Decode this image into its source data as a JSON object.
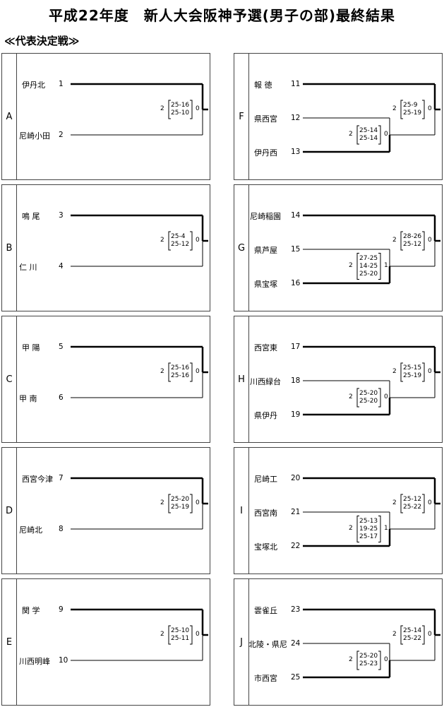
{
  "title": "平成22年度　新人大会阪神予選(男子の部)最終結果",
  "subtitle": "≪代表決定戦≫",
  "blocks": [
    {
      "letter": "A",
      "teams": [
        {
          "name": "伊丹北",
          "seed": "1"
        },
        {
          "name": "尼崎小田",
          "seed": "2"
        }
      ],
      "final": {
        "left": "2",
        "sets": [
          "25-16",
          "25-10"
        ],
        "right": "0"
      }
    },
    {
      "letter": "B",
      "teams": [
        {
          "name": "鳴 尾",
          "seed": "3"
        },
        {
          "name": "仁 川",
          "seed": "4"
        }
      ],
      "final": {
        "left": "2",
        "sets": [
          "25-4",
          "25-12"
        ],
        "right": "0"
      }
    },
    {
      "letter": "C",
      "teams": [
        {
          "name": "甲 陽",
          "seed": "5"
        },
        {
          "name": "甲 南",
          "seed": "6"
        }
      ],
      "final": {
        "left": "2",
        "sets": [
          "25-16",
          "25-16"
        ],
        "right": "0"
      }
    },
    {
      "letter": "D",
      "teams": [
        {
          "name": "西宮今津",
          "seed": "7"
        },
        {
          "name": "尼崎北",
          "seed": "8"
        }
      ],
      "final": {
        "left": "2",
        "sets": [
          "25-20",
          "25-19"
        ],
        "right": "0"
      }
    },
    {
      "letter": "E",
      "teams": [
        {
          "name": "関 学",
          "seed": "9"
        },
        {
          "name": "川西明峰",
          "seed": "10"
        }
      ],
      "final": {
        "left": "2",
        "sets": [
          "25-10",
          "25-11"
        ],
        "right": "0"
      }
    },
    {
      "letter": "F",
      "teams": [
        {
          "name": "報 徳",
          "seed": "11"
        },
        {
          "name": "県西宮",
          "seed": "12"
        },
        {
          "name": "伊丹西",
          "seed": "13"
        }
      ],
      "semi": {
        "left": "2",
        "sets": [
          "25-14",
          "25-14"
        ],
        "right": "0"
      },
      "final": {
        "left": "2",
        "sets": [
          "25-9",
          "25-19"
        ],
        "right": "0"
      }
    },
    {
      "letter": "G",
      "teams": [
        {
          "name": "尼崎稲園",
          "seed": "14"
        },
        {
          "name": "県芦屋",
          "seed": "15"
        },
        {
          "name": "県宝塚",
          "seed": "16"
        }
      ],
      "semi": {
        "left": "2",
        "sets": [
          "27-25",
          "14-25",
          "25-20"
        ],
        "right": "1"
      },
      "final": {
        "left": "2",
        "sets": [
          "28-26",
          "25-12"
        ],
        "right": "0"
      }
    },
    {
      "letter": "H",
      "teams": [
        {
          "name": "西宮東",
          "seed": "17"
        },
        {
          "name": "川西緑台",
          "seed": "18"
        },
        {
          "name": "県伊丹",
          "seed": "19"
        }
      ],
      "semi": {
        "left": "2",
        "sets": [
          "25-20",
          "25-20"
        ],
        "right": "0"
      },
      "final": {
        "left": "2",
        "sets": [
          "25-15",
          "25-19"
        ],
        "right": "0"
      }
    },
    {
      "letter": "I",
      "teams": [
        {
          "name": "尼崎工",
          "seed": "20"
        },
        {
          "name": "西宮南",
          "seed": "21"
        },
        {
          "name": "宝塚北",
          "seed": "22"
        }
      ],
      "semi": {
        "left": "2",
        "sets": [
          "25-13",
          "19-25",
          "25-17"
        ],
        "right": "1"
      },
      "final": {
        "left": "2",
        "sets": [
          "25-12",
          "25-22"
        ],
        "right": "0"
      }
    },
    {
      "letter": "J",
      "teams": [
        {
          "name": "雲雀丘",
          "seed": "23"
        },
        {
          "name": "北陵・県尼",
          "seed": "24"
        },
        {
          "name": "市西宮",
          "seed": "25"
        }
      ],
      "semi": {
        "left": "2",
        "sets": [
          "25-20",
          "25-23"
        ],
        "right": "0"
      },
      "final": {
        "left": "2",
        "sets": [
          "25-14",
          "25-22"
        ],
        "right": "0"
      }
    }
  ]
}
